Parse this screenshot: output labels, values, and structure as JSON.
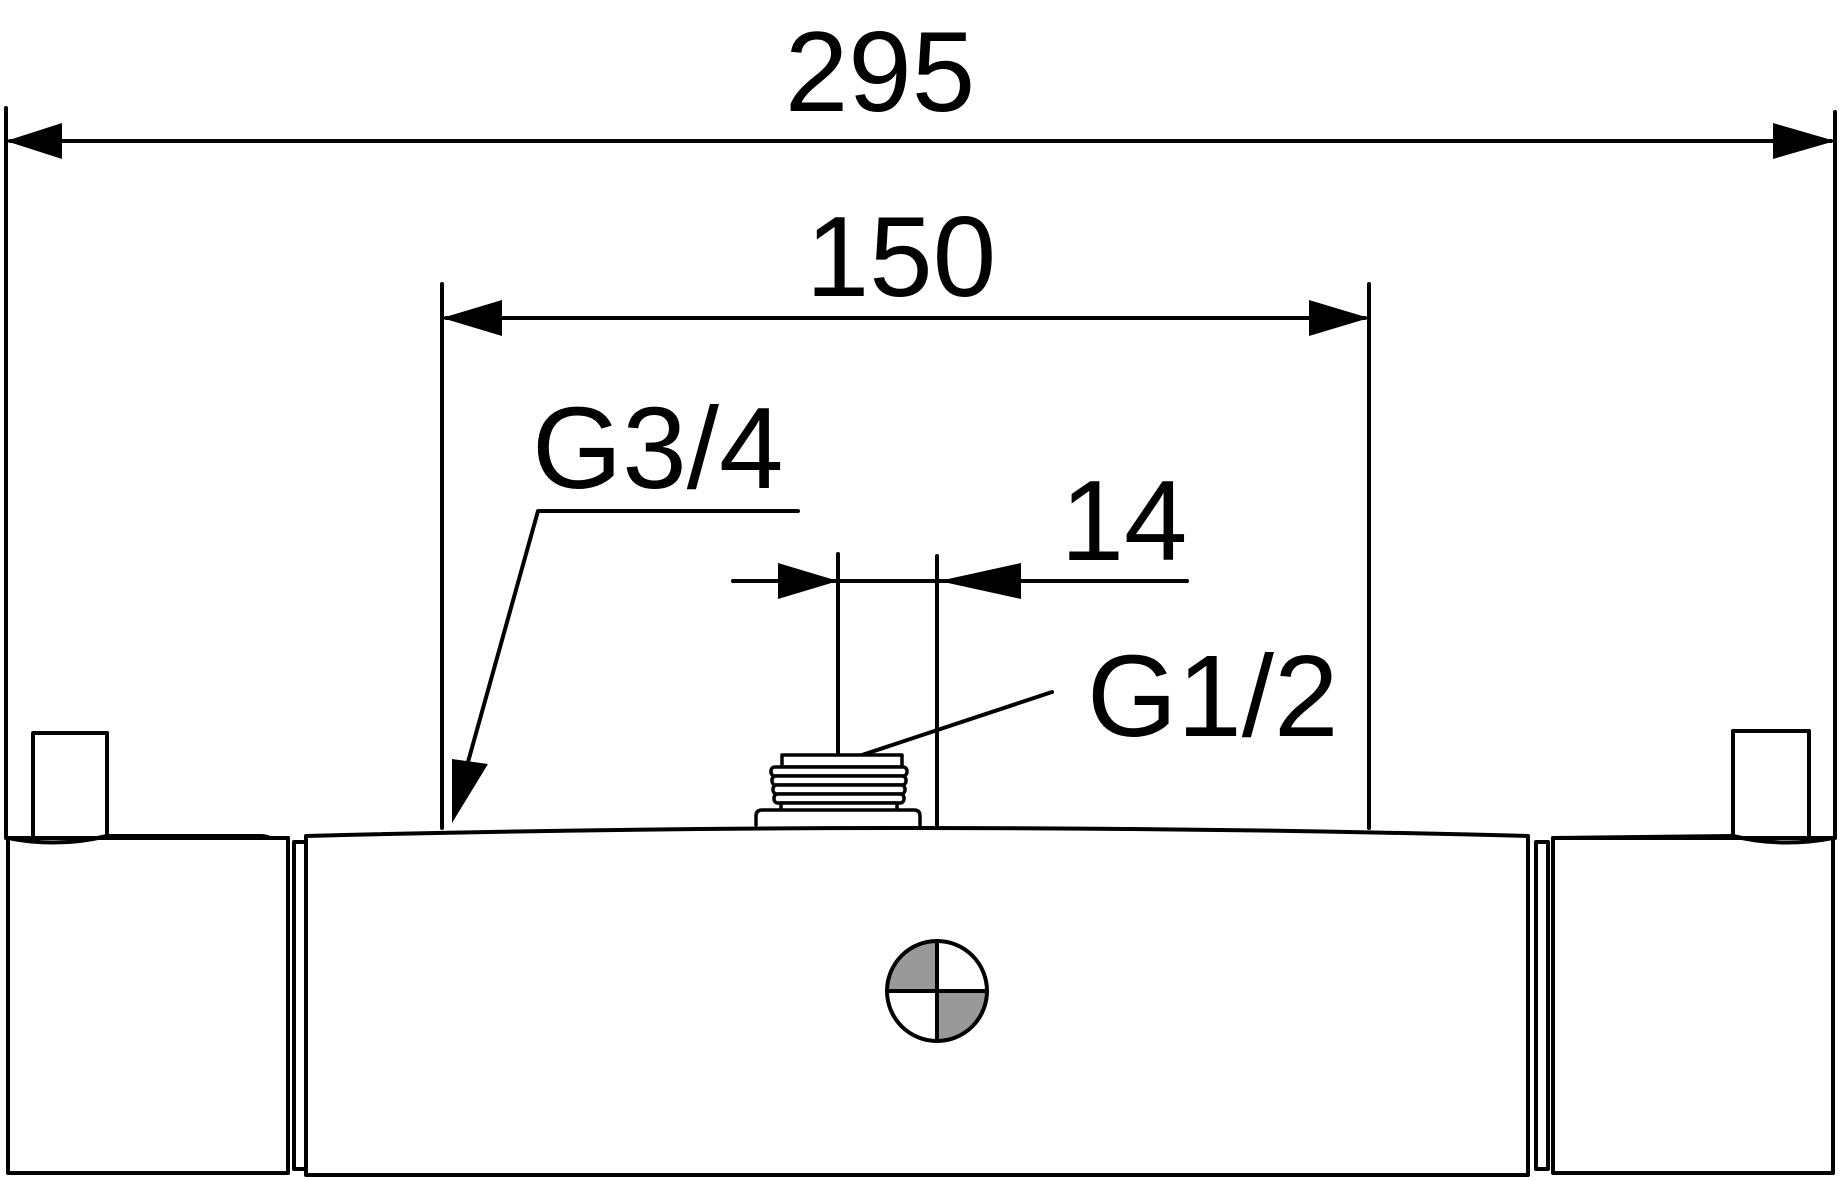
{
  "dimensions": {
    "overall_width": "295",
    "inlet_spacing": "150",
    "outlet_offset": "14"
  },
  "thread_labels": {
    "inlet": "G3/4",
    "outlet": "G1/2"
  },
  "colors": {
    "line": "#000000",
    "fill_shaded": "#999999",
    "background": "#ffffff"
  }
}
